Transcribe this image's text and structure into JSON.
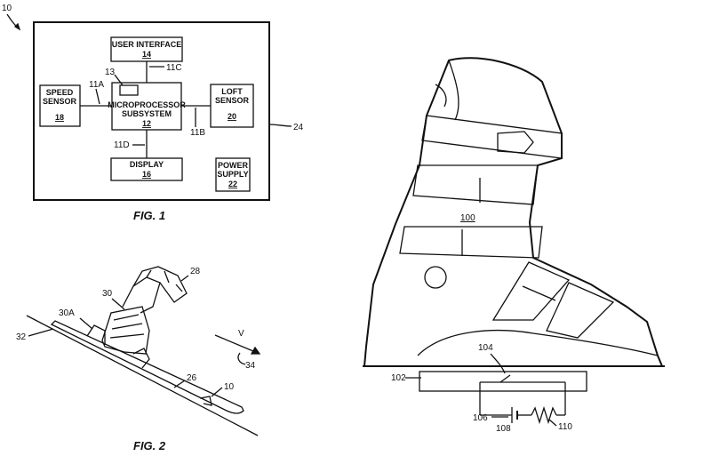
{
  "fig1": {
    "caption": "FIG. 1",
    "ref_system": "10",
    "ref_enclosure": "24",
    "user_interface": {
      "line1": "USER INTERFACE",
      "num": "14"
    },
    "speed_sensor": {
      "line1": "SPEED",
      "line2": "SENSOR",
      "num": "18"
    },
    "microprocessor": {
      "line1": "MICROPROCESSOR",
      "line2": "SUBSYSTEM",
      "num": "12"
    },
    "loft_sensor": {
      "line1": "LOFT",
      "line2": "SENSOR",
      "num": "20"
    },
    "display": {
      "line1": "DISPLAY",
      "num": "16"
    },
    "power_supply": {
      "line1": "POWER",
      "line2": "SUPPLY",
      "num": "22"
    },
    "bus_refs": {
      "a": "11A",
      "b": "11B",
      "c": "11C",
      "d": "11D"
    },
    "ref_memory": "13"
  },
  "fig2": {
    "caption": "FIG. 2",
    "refs": {
      "leg": "28",
      "boot": "30",
      "binding": "30A",
      "slope": "32",
      "ski": "26",
      "device": "10",
      "velocity": "V",
      "direction": "34"
    }
  },
  "fig3": {
    "refs": {
      "boot": "100",
      "base": "102",
      "switch": "104",
      "battery": "106",
      "node": "108",
      "resistor": "110"
    }
  }
}
